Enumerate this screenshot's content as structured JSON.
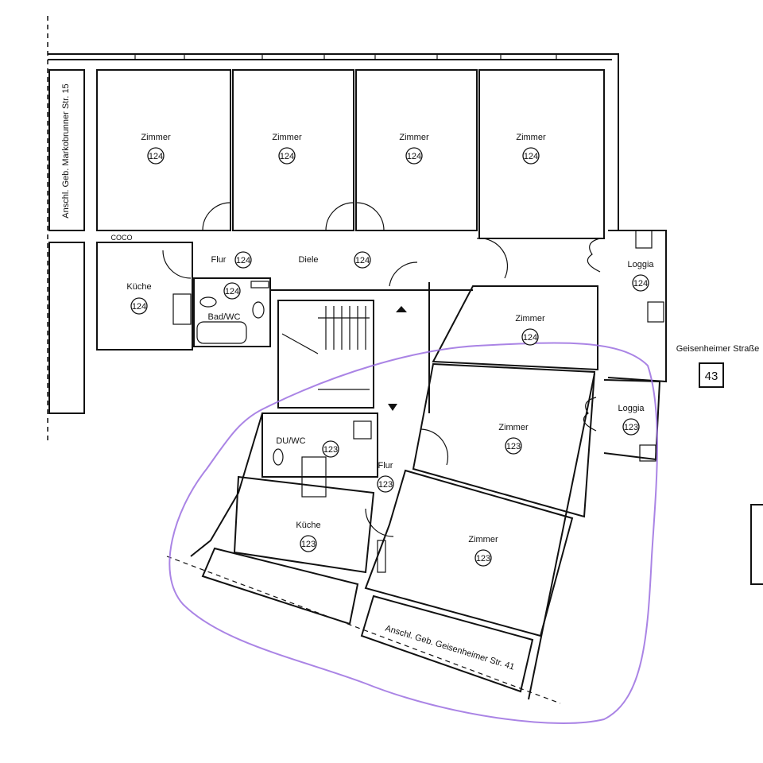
{
  "title": "Grundriss Geisenheimer Straße 43",
  "street_label": "Geisenheimer Straße",
  "house_number": "43",
  "adjacent_left": "Anschl. Geb. Markobrunner Str. 15",
  "adjacent_bottom": "Anschl. Geb. Geisenheimer Str. 41",
  "appliance_label": "COCO",
  "apartment_124": {
    "number": "124",
    "rooms": [
      {
        "label": "Zimmer",
        "number": "124"
      },
      {
        "label": "Zimmer",
        "number": "124"
      },
      {
        "label": "Zimmer",
        "number": "124"
      },
      {
        "label": "Zimmer",
        "number": "124"
      },
      {
        "label": "Flur",
        "number": "124"
      },
      {
        "label": "Diele",
        "number": "124"
      },
      {
        "label": "Küche",
        "number": "124"
      },
      {
        "label": "Bad/WC",
        "number": "124"
      },
      {
        "label": "Zimmer",
        "number": "124"
      },
      {
        "label": "Loggia",
        "number": "124"
      }
    ]
  },
  "apartment_123": {
    "number": "123",
    "highlight_color": "#9b6fe0",
    "rooms": [
      {
        "label": "Zimmer",
        "number": "123"
      },
      {
        "label": "Loggia",
        "number": "123"
      },
      {
        "label": "DU/WC",
        "number": "123"
      },
      {
        "label": "Flur",
        "number": "123"
      },
      {
        "label": "Küche",
        "number": "123"
      },
      {
        "label": "Zimmer",
        "number": "123"
      }
    ]
  }
}
